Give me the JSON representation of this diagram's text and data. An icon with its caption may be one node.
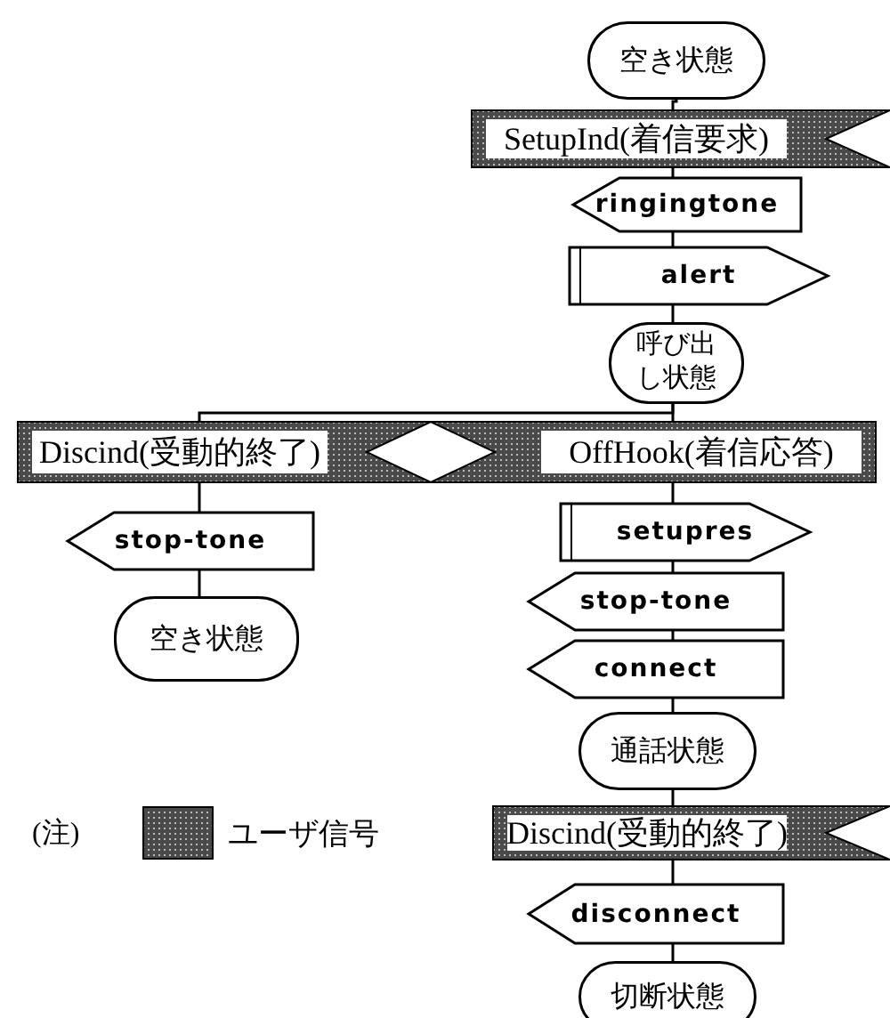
{
  "diagram": {
    "nodes": [
      {
        "text": [
          "空き状態"
        ]
      },
      {
        "text": [
          "SetupInd(着信要求)"
        ]
      },
      {
        "text": [
          "ringingtone"
        ]
      },
      {
        "text": [
          "alert"
        ]
      },
      {
        "text": [
          "呼び出し状態"
        ]
      },
      {
        "text": [
          "Discind(受動的終了)"
        ]
      },
      {
        "text": [
          "stop-tone"
        ]
      },
      {
        "text": [
          "空き状態"
        ]
      },
      {
        "text": [
          "OffHook(着信応答)"
        ]
      },
      {
        "text": [
          "setupres"
        ]
      },
      {
        "text": [
          "stop-tone"
        ]
      },
      {
        "text": [
          "connect"
        ]
      },
      {
        "text": [
          "通話状態"
        ]
      },
      {
        "text": [
          "Discind(受動的終了)"
        ]
      },
      {
        "text": [
          "disconnect"
        ]
      },
      {
        "text": [
          "切断状態"
        ]
      }
    ],
    "edges": [
      {
        "from": 0,
        "to": 1,
        "arrow": "none"
      },
      {
        "from": 1,
        "to": 2,
        "arrow": "none"
      },
      {
        "from": 2,
        "to": 3,
        "arrow": "none"
      },
      {
        "from": 3,
        "to": 4,
        "arrow": "none"
      },
      {
        "from": 4,
        "to": 5,
        "arrow": "none"
      },
      {
        "from": 4,
        "to": 8,
        "arrow": "none"
      },
      {
        "from": 5,
        "to": 6,
        "arrow": "none"
      },
      {
        "from": 6,
        "to": 7,
        "arrow": "none"
      },
      {
        "from": 8,
        "to": 9,
        "arrow": "none"
      },
      {
        "from": 9,
        "to": 10,
        "arrow": "none"
      },
      {
        "from": 10,
        "to": 11,
        "arrow": "none"
      },
      {
        "from": 11,
        "to": 12,
        "arrow": "none"
      },
      {
        "from": 12,
        "to": 13,
        "arrow": "none"
      },
      {
        "from": 13,
        "to": 14,
        "arrow": "none"
      },
      {
        "from": 14,
        "to": 15,
        "arrow": "none"
      }
    ],
    "labels": [
      "(注)"
    ],
    "legend": [
      {
        "text": "ユーザ信号",
        "color": "#4a4a4a"
      }
    ]
  }
}
